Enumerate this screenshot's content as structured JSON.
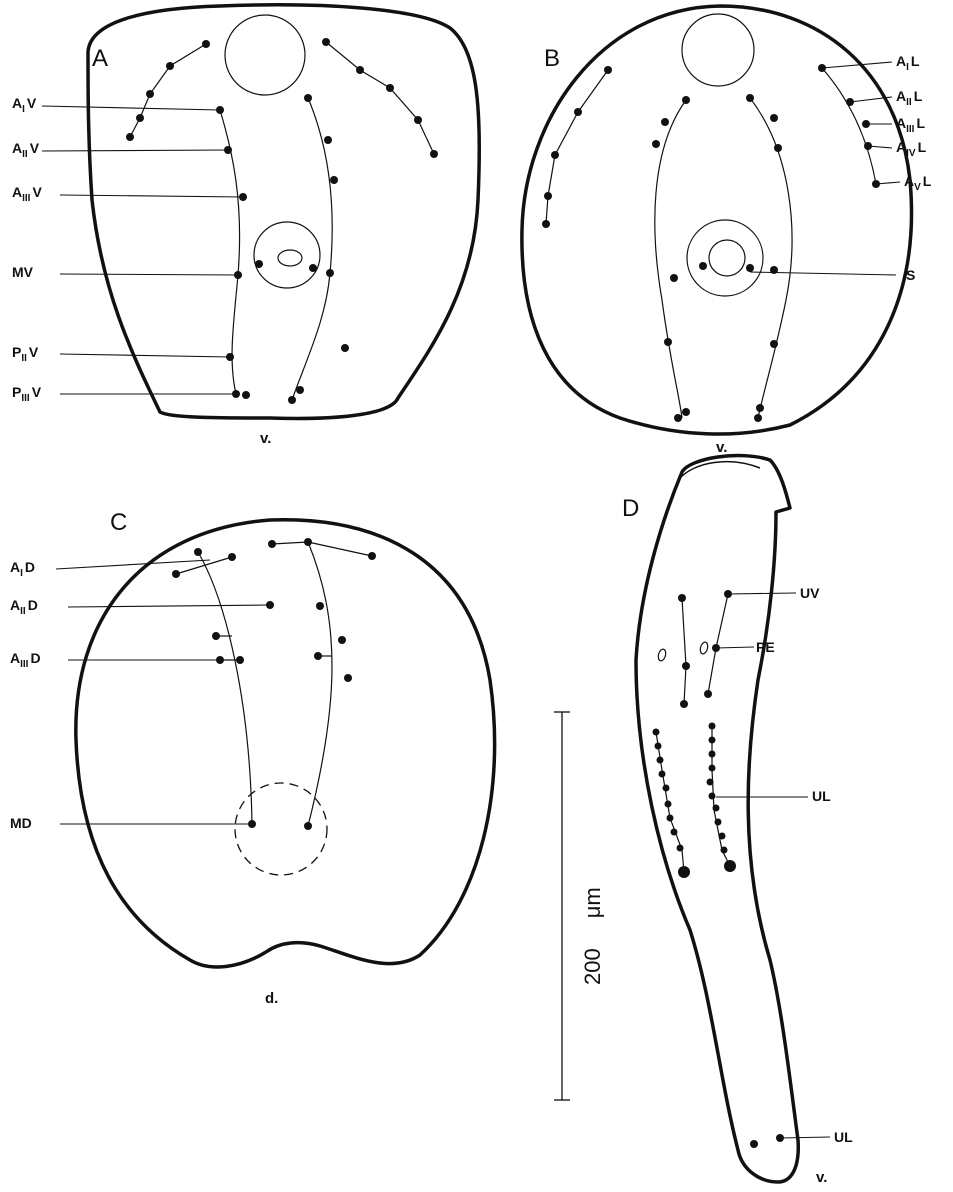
{
  "panels": {
    "A": {
      "letter": "A",
      "orientation": "v.",
      "labels": [
        {
          "base": "A",
          "sub": "I",
          "suffix": "V"
        },
        {
          "base": "A",
          "sub": "II",
          "suffix": "V"
        },
        {
          "base": "A",
          "sub": "III",
          "suffix": "V"
        },
        {
          "base": "MV",
          "sub": "",
          "suffix": ""
        },
        {
          "base": "P",
          "sub": "II",
          "suffix": "V"
        },
        {
          "base": "P",
          "sub": "III",
          "suffix": "V"
        }
      ]
    },
    "B": {
      "letter": "B",
      "orientation": "v.",
      "labels": [
        {
          "base": "A",
          "sub": "I",
          "suffix": "L"
        },
        {
          "base": "A",
          "sub": "II",
          "suffix": "L"
        },
        {
          "base": "A",
          "sub": "III",
          "suffix": "L"
        },
        {
          "base": "A",
          "sub": "IV",
          "suffix": "L"
        },
        {
          "base": "A",
          "sub": "V",
          "suffix": "L"
        },
        {
          "base": "S",
          "sub": "",
          "suffix": ""
        }
      ]
    },
    "C": {
      "letter": "C",
      "orientation": "d.",
      "labels": [
        {
          "base": "A",
          "sub": "I",
          "suffix": "D"
        },
        {
          "base": "A",
          "sub": "II",
          "suffix": "D"
        },
        {
          "base": "A",
          "sub": "III",
          "suffix": "D"
        },
        {
          "base": "MD",
          "sub": "",
          "suffix": ""
        }
      ]
    },
    "D": {
      "letter": "D",
      "orientation": "v.",
      "labels": [
        {
          "base": "UV",
          "sub": "",
          "suffix": ""
        },
        {
          "base": "PE",
          "sub": "",
          "suffix": ""
        },
        {
          "base": "UL",
          "sub": "",
          "suffix": ""
        },
        {
          "base": "UL",
          "sub": "",
          "suffix": ""
        }
      ]
    }
  },
  "scale_bar": {
    "value": "200",
    "unit": "μm"
  }
}
